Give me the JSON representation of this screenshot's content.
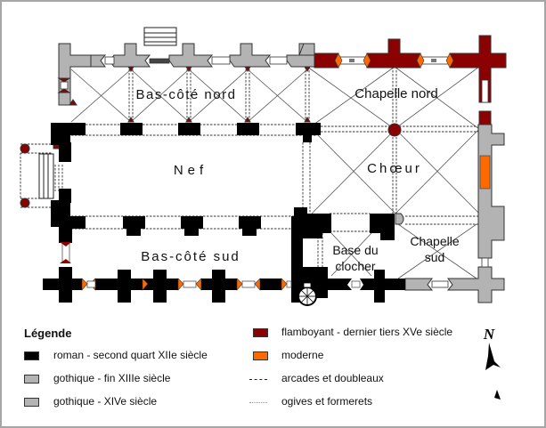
{
  "plan": {
    "rooms": {
      "bas_cote_nord": "Bas-côté nord",
      "chapelle_nord": "Chapelle nord",
      "nef": "Nef",
      "choeur": "Chœur",
      "base_du_clocher_1": "Base du",
      "base_du_clocher_2": "clocher",
      "chapelle_sud_1": "Chapelle",
      "chapelle_sud_2": "sud",
      "bas_cote_sud": "Bas-côté sud"
    }
  },
  "legend": {
    "title": "Légende",
    "items": [
      {
        "label": "roman - second quart XIIe siècle",
        "color": "#000000",
        "kind": "swatch"
      },
      {
        "label": "gothique - fin XIIIe siècle",
        "color": "#b3b3b3",
        "kind": "swatch"
      },
      {
        "label": "gothique - XIVe siècle",
        "color": "#b3b3b3",
        "kind": "swatch"
      },
      {
        "label": "flamboyant - dernier tiers XVe siècle",
        "color": "#8b0000",
        "kind": "swatch"
      },
      {
        "label": "moderne",
        "color": "#ff6a00",
        "kind": "swatch"
      },
      {
        "label": "arcades et doubleaux",
        "kind": "dashed-line"
      },
      {
        "label": "ogives et formerets",
        "kind": "dotted-line"
      }
    ]
  },
  "compass": {
    "north_label": "N"
  }
}
